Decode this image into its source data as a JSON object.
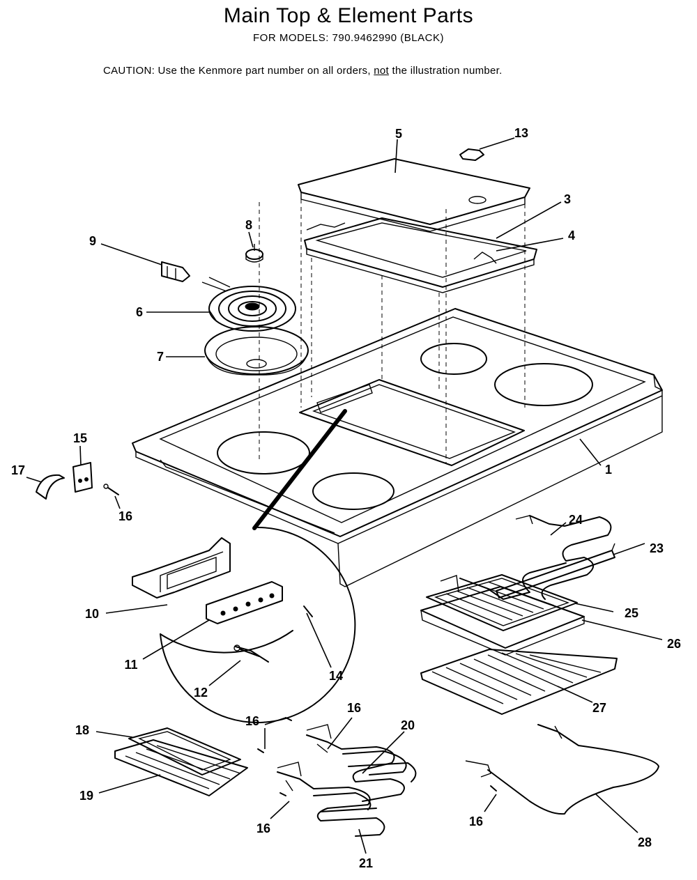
{
  "header": {
    "title": "Main Top & Element Parts",
    "subtitle": "FOR MODELS: 790.9462990 (BLACK)",
    "caution_prefix": "CAUTION:  Use the Kenmore part number on all orders, ",
    "caution_not": "not",
    "caution_suffix": " the illustration number."
  },
  "callouts": {
    "c1": "1",
    "c3": "3",
    "c4": "4",
    "c5": "5",
    "c6": "6",
    "c7": "7",
    "c8": "8",
    "c9": "9",
    "c10": "10",
    "c11": "11",
    "c12": "12",
    "c13": "13",
    "c14": "14",
    "c15": "15",
    "c16a": "16",
    "c16b": "16",
    "c16c": "16",
    "c16d": "16",
    "c16e": "16",
    "c17": "17",
    "c18": "18",
    "c19": "19",
    "c20": "20",
    "c21": "21",
    "c23": "23",
    "c24": "24",
    "c25": "25",
    "c26": "26",
    "c27": "27",
    "c28": "28"
  }
}
